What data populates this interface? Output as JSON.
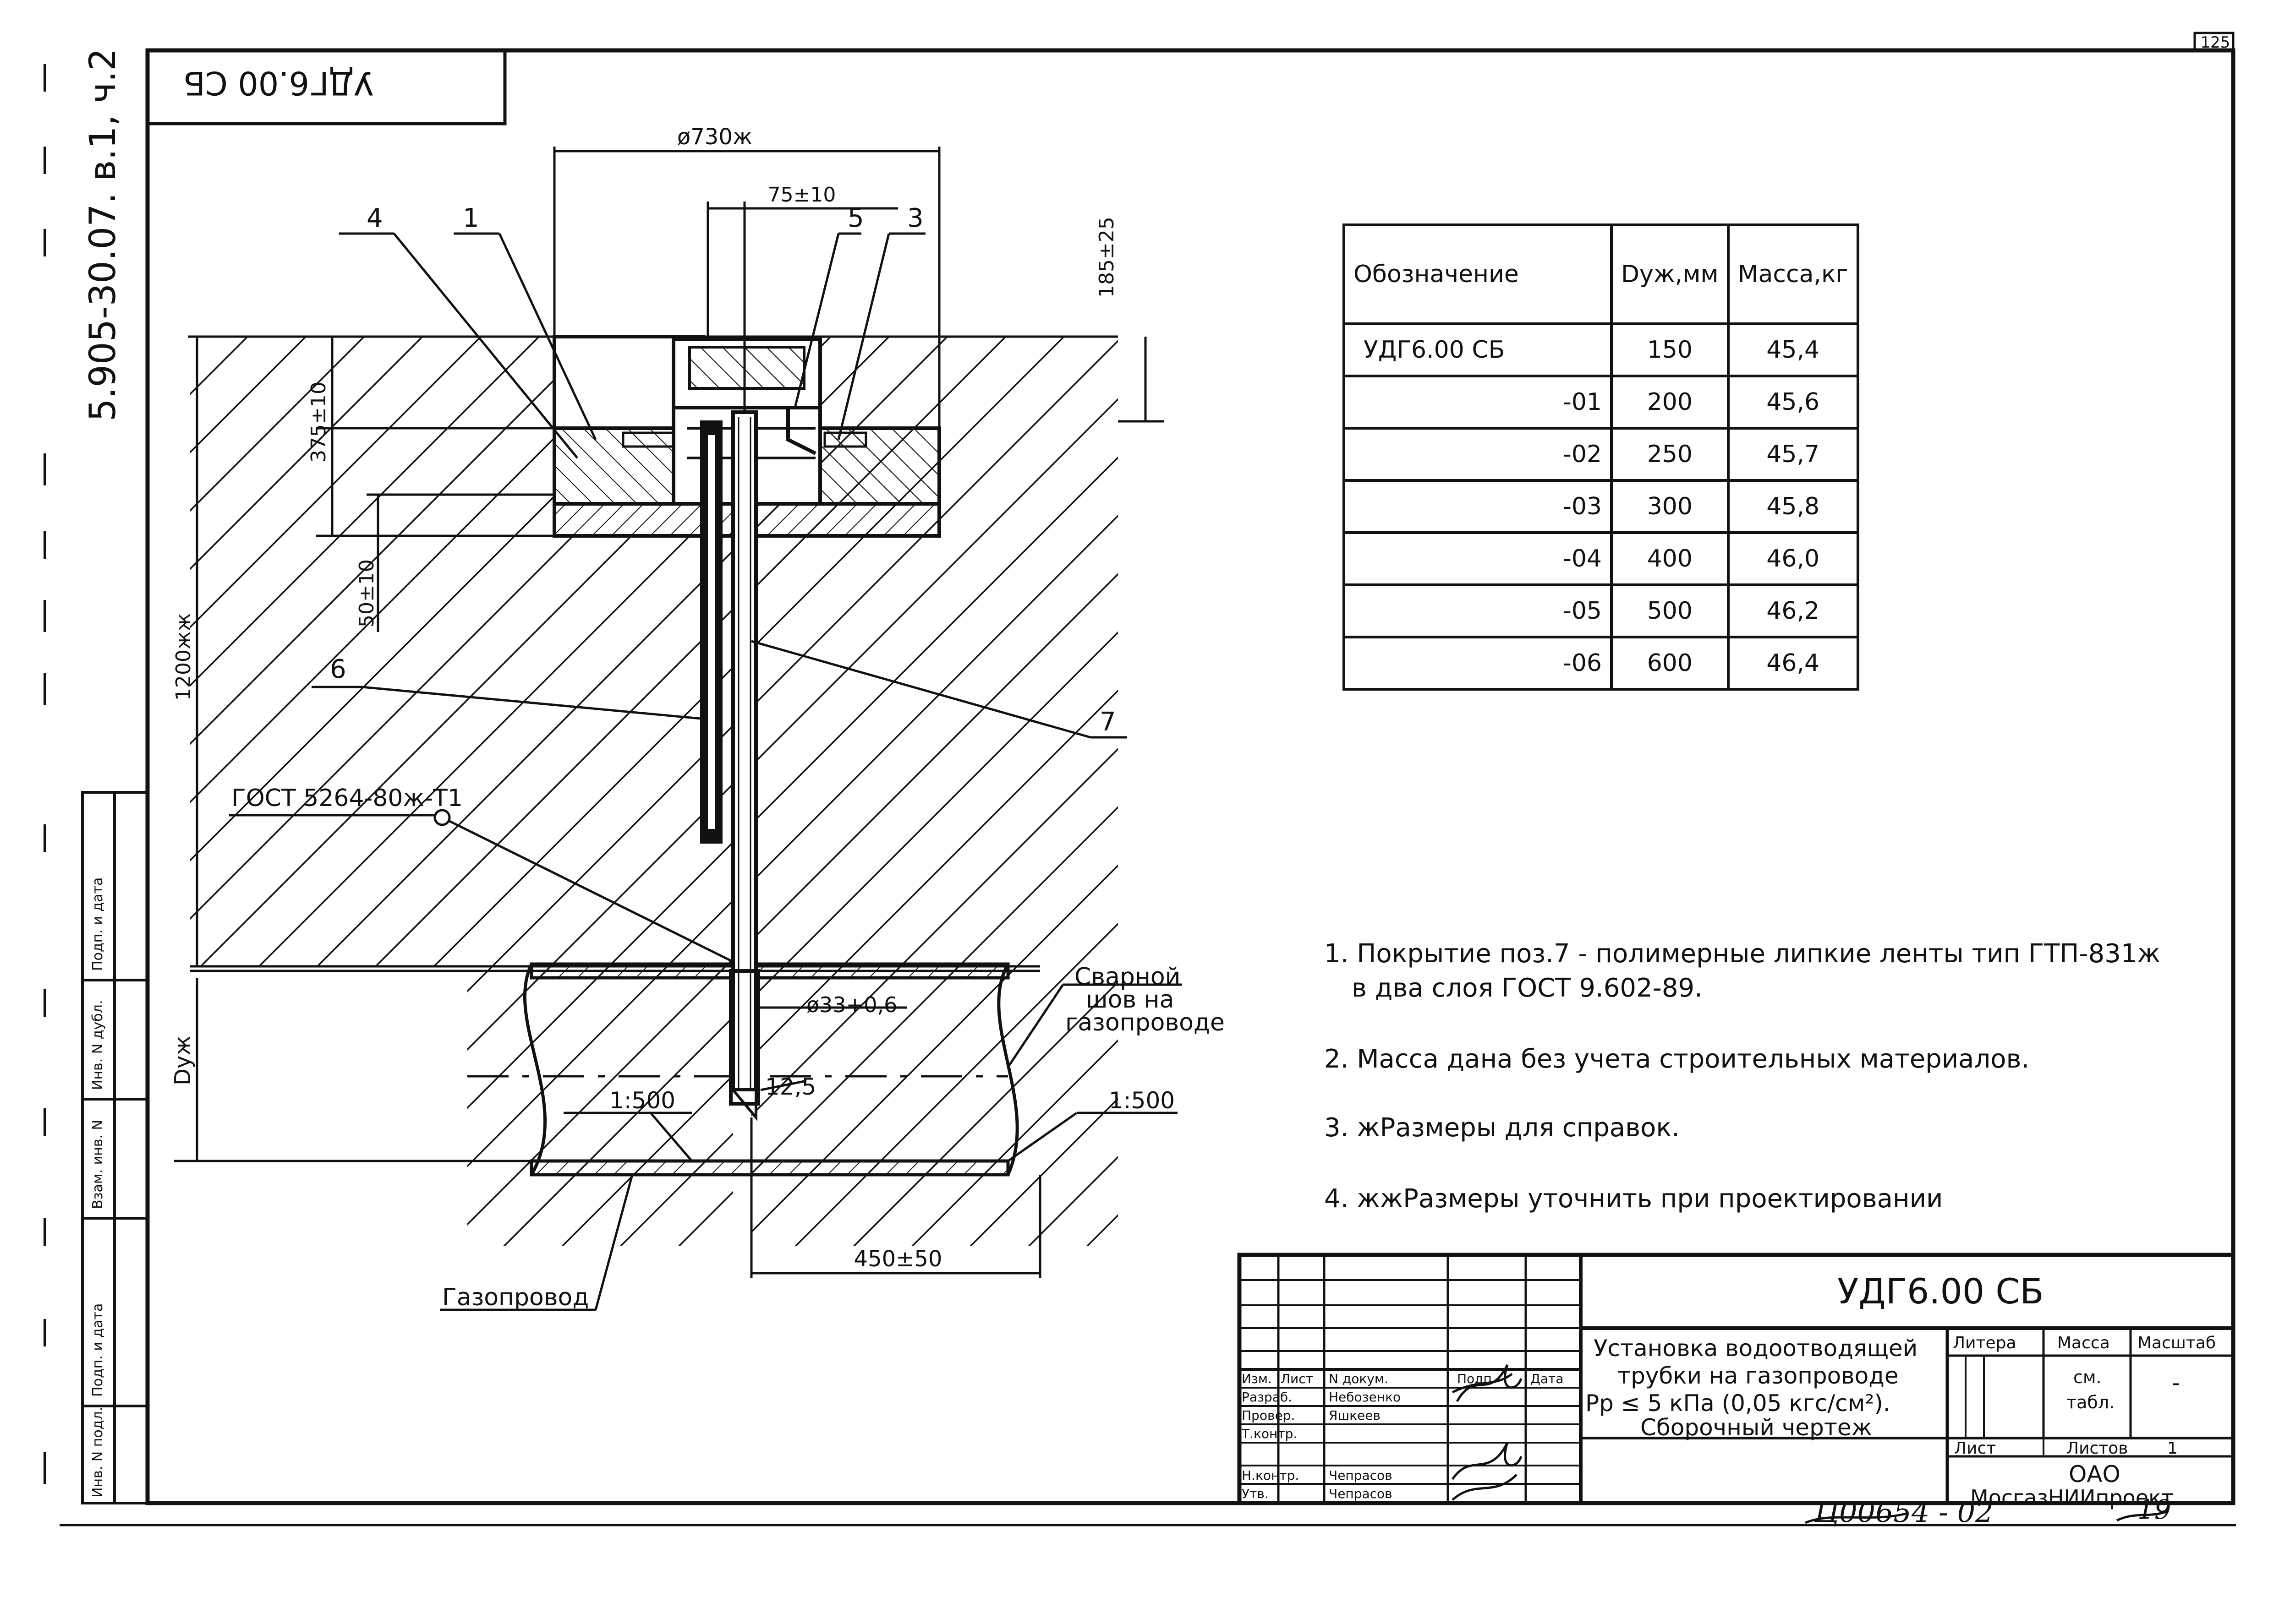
{
  "sheet": {
    "page_number": "125",
    "series_code": "5.905-30.07. в.1, ч.2",
    "corner_stamp": "УДГ6.00 СБ",
    "bottom_handwritten": "Ц00654 - 02",
    "bottom_page": "19"
  },
  "drawing": {
    "dims": {
      "d730": "ø730ж",
      "d75": "75±10",
      "d185": "185±25",
      "d375": "375±10",
      "d50": "50±10",
      "d1200": "1200жж",
      "dy": "Dyж",
      "d33": "ø33+0,6",
      "d125": "12,5",
      "slope_left": "1:500",
      "slope_right": "1:500",
      "d450": "450±50"
    },
    "callouts": {
      "p1": "1",
      "p3": "3",
      "p4": "4",
      "p5": "5",
      "p6": "6",
      "p7": "7"
    },
    "labels": {
      "gost_weld": "ГОСТ 5264-80ж-Т1",
      "weld_seam_1": "Сварной",
      "weld_seam_2": "шов на",
      "weld_seam_3": "газопроводе",
      "pipeline": "Газопровод"
    }
  },
  "spec_table": {
    "headers": [
      "Обозначение",
      "Dyж,мм",
      "Масса,кг"
    ],
    "rows": [
      [
        "УДГ6.00 СБ",
        "150",
        "45,4"
      ],
      [
        "-01",
        "200",
        "45,6"
      ],
      [
        "-02",
        "250",
        "45,7"
      ],
      [
        "-03",
        "300",
        "45,8"
      ],
      [
        "-04",
        "400",
        "46,0"
      ],
      [
        "-05",
        "500",
        "46,2"
      ],
      [
        "-06",
        "600",
        "46,4"
      ]
    ]
  },
  "notes": [
    "1. Покрытие поз.7 - полимерные липкие ленты тип ГТП-831ж",
    "в два слоя ГОСТ 9.602-89.",
    "2. Масса дана без учета строительных материалов.",
    "3. жРазмеры для справок.",
    "4. жжРазмеры уточнить при проектировании"
  ],
  "left_strip": {
    "podp_data_1": "Подп. и дата",
    "vzam_inv": "Взам. инв. N",
    "inv_dubl": "Инв. N дубл.",
    "podp_data_2": "Подп. и дата",
    "inv_podl": "Инв. N подл."
  },
  "title_block": {
    "designation": "УДГ6.00 СБ",
    "title_1": "Установка водоотводящей",
    "title_2": "трубки на газопроводе",
    "title_3": "Pp ≤ 5 кПа (0,05 кгс/см²).",
    "title_4": "Сборочный чертеж",
    "litera": "Литера",
    "massa": "Масса",
    "masshtab": "Масштаб",
    "massa_val_1": "см.",
    "massa_val_2": "табл.",
    "masshtab_val": "-",
    "list": "Лист",
    "listov": "Листов",
    "listov_val": "1",
    "org_1": "ОАО",
    "org_2": "МосгазНИИпроект",
    "col_izm": "Изм.",
    "col_list": "Лист",
    "col_ndok": "N докум.",
    "col_podp": "Подп.",
    "col_data": "Дата",
    "roles": [
      {
        "role": "Разраб.",
        "name": "Небозенко"
      },
      {
        "role": "Провер.",
        "name": "Яшкеев"
      },
      {
        "role": "Т.контр.",
        "name": ""
      },
      {
        "role": "Н.контр.",
        "name": "Чепрасов"
      },
      {
        "role": "Утв.",
        "name": "Чепрасов"
      }
    ]
  }
}
